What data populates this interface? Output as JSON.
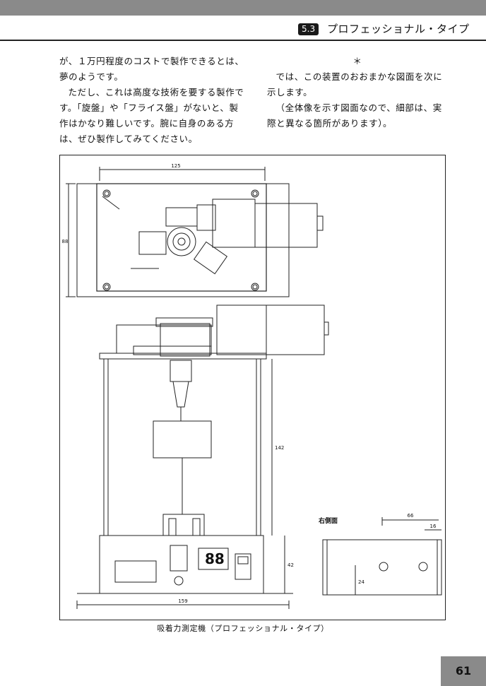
{
  "header": {
    "section_number": "5.3",
    "section_title": "プロフェッショナル・タイプ"
  },
  "body": {
    "left_paragraphs": [
      "が、１万円程度のコストで製作できるとは、夢のようです。",
      "ただし、これは高度な技術を要する製作です。「旋盤」や「フライス盤」がないと、製作はかなり難しいです。腕に自身のある方は、ぜひ製作してみてください。"
    ],
    "right_paragraphs": [
      "＊",
      "では、この装置のおおまかな図面を次に示します。",
      "（全体像を示す図面なので、細部は、実際と異なる箇所があります）。"
    ]
  },
  "figure": {
    "caption": "吸着力測定機（プロフェッショナル・タイプ）",
    "side_view_label": "右側面",
    "dimensions": {
      "top_width": "125",
      "top_height": "88",
      "base_width": "159",
      "column_height": "142",
      "base_height": "42",
      "side_width": "66",
      "side_offset": "16",
      "side_height": "24"
    },
    "display_digits": "88"
  },
  "footer": {
    "page_number": "61"
  }
}
